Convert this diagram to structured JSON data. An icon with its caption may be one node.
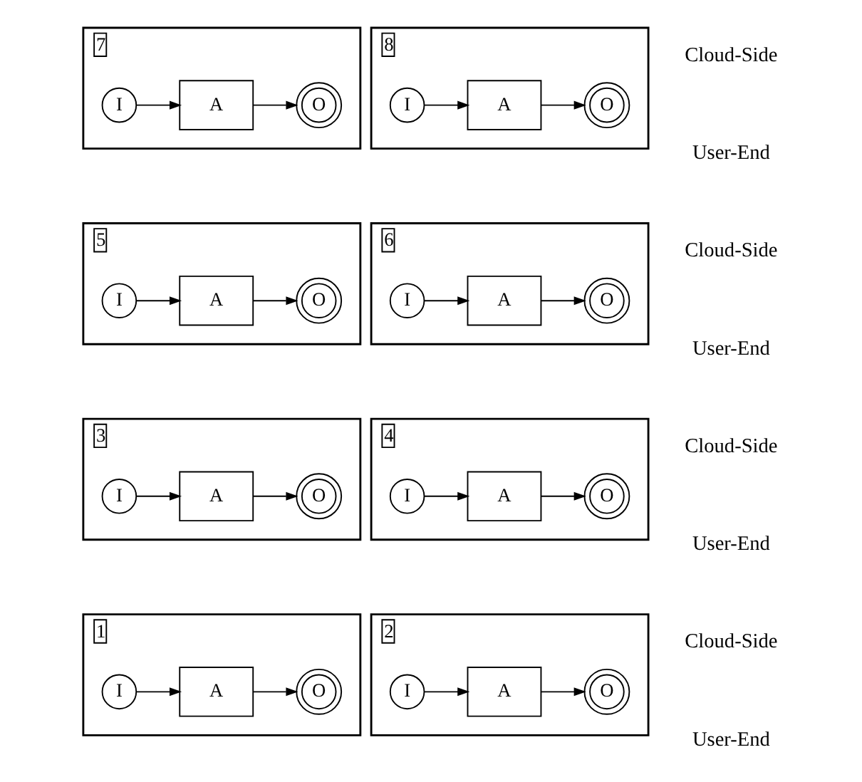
{
  "diagram": {
    "nodes": [
      {
        "text": [
          "1"
        ]
      },
      {
        "text": [
          "I"
        ],
        "in": 0
      },
      {
        "text": [
          "A"
        ],
        "in": 0
      },
      {
        "text": [
          "O"
        ],
        "in": 0
      },
      {
        "text": [
          "2"
        ]
      },
      {
        "text": [
          "I"
        ],
        "in": 4
      },
      {
        "text": [
          "A"
        ],
        "in": 4
      },
      {
        "text": [
          "O"
        ],
        "in": 4
      },
      {
        "text": [
          "3"
        ]
      },
      {
        "text": [
          "I"
        ],
        "in": 8
      },
      {
        "text": [
          "A"
        ],
        "in": 8
      },
      {
        "text": [
          "O"
        ],
        "in": 8
      },
      {
        "text": [
          "4"
        ]
      },
      {
        "text": [
          "I"
        ],
        "in": 12
      },
      {
        "text": [
          "A"
        ],
        "in": 12
      },
      {
        "text": [
          "O"
        ],
        "in": 12
      },
      {
        "text": [
          "5"
        ]
      },
      {
        "text": [
          "I"
        ],
        "in": 16
      },
      {
        "text": [
          "A"
        ],
        "in": 16
      },
      {
        "text": [
          "O"
        ],
        "in": 16
      },
      {
        "text": [
          "6"
        ]
      },
      {
        "text": [
          "I"
        ],
        "in": 20
      },
      {
        "text": [
          "A"
        ],
        "in": 20
      },
      {
        "text": [
          "O"
        ],
        "in": 20
      },
      {
        "text": [
          "7"
        ]
      },
      {
        "text": [
          "I"
        ],
        "in": 24
      },
      {
        "text": [
          "A"
        ],
        "in": 24
      },
      {
        "text": [
          "O"
        ],
        "in": 24
      },
      {
        "text": [
          "8"
        ]
      },
      {
        "text": [
          "I"
        ],
        "in": 28
      },
      {
        "text": [
          "A"
        ],
        "in": 28
      },
      {
        "text": [
          "O"
        ],
        "in": 28
      }
    ],
    "edges": [
      {
        "from": 1,
        "to": 2,
        "arrow": "to"
      },
      {
        "from": 2,
        "to": 3,
        "arrow": "to"
      },
      {
        "from": 5,
        "to": 6,
        "arrow": "to"
      },
      {
        "from": 6,
        "to": 7,
        "arrow": "to"
      },
      {
        "from": 9,
        "to": 10,
        "arrow": "to"
      },
      {
        "from": 10,
        "to": 11,
        "arrow": "to"
      },
      {
        "from": 13,
        "to": 14,
        "arrow": "to"
      },
      {
        "from": 14,
        "to": 15,
        "arrow": "to"
      },
      {
        "from": 17,
        "to": 18,
        "arrow": "to"
      },
      {
        "from": 18,
        "to": 19,
        "arrow": "to"
      },
      {
        "from": 21,
        "to": 22,
        "arrow": "to"
      },
      {
        "from": 22,
        "to": 23,
        "arrow": "to"
      },
      {
        "from": 25,
        "to": 26,
        "arrow": "to"
      },
      {
        "from": 26,
        "to": 27,
        "arrow": "to"
      },
      {
        "from": 29,
        "to": 30,
        "arrow": "to"
      },
      {
        "from": 30,
        "to": 31,
        "arrow": "to"
      }
    ],
    "labels": [
      "Cloud-Side",
      "User-End",
      "Cloud-Side",
      "User-End",
      "Cloud-Side",
      "User-End",
      "Cloud-Side",
      "User-End"
    ]
  }
}
